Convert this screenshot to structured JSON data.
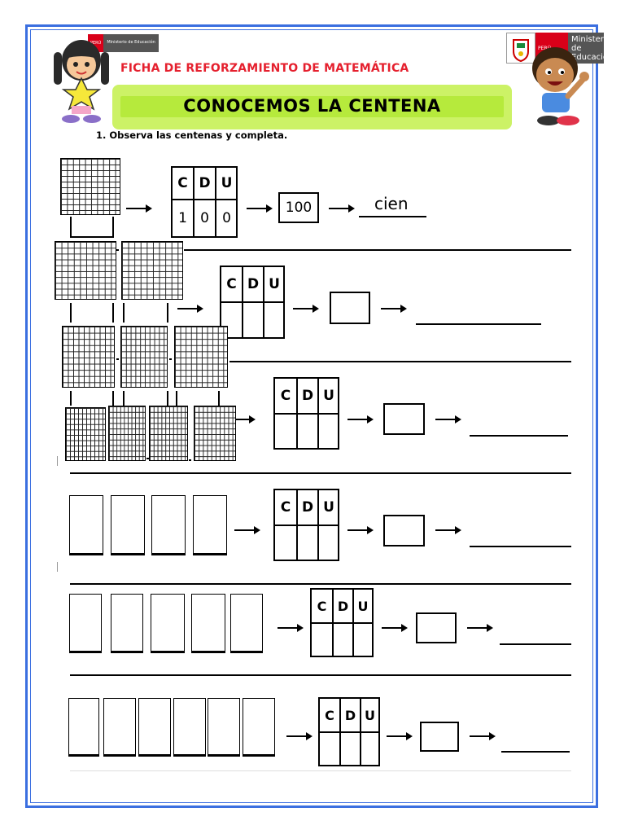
{
  "header": {
    "title": "FICHA DE REFORZAMIENTO DE MATEMÁTICA",
    "banner": "CONOCEMOS LA CENTENA",
    "left_logo": {
      "country": "PERÚ",
      "ministry": "Ministerio de Educación"
    },
    "right_logo": {
      "country": "PERÚ",
      "ministry_line1": "Ministerio",
      "ministry_line2": "de Educación"
    }
  },
  "instruction": "1.  Observa las centenas y completa.",
  "cdu_headers": [
    "C",
    "D",
    "U"
  ],
  "example": {
    "digits": [
      "1",
      "0",
      "0"
    ],
    "number": "100",
    "word": "cien"
  },
  "colors": {
    "frame": "#3b6fe0",
    "title": "#e5202e",
    "banner_outer": "#ccf266",
    "banner_inner": "#b6ea3c"
  }
}
